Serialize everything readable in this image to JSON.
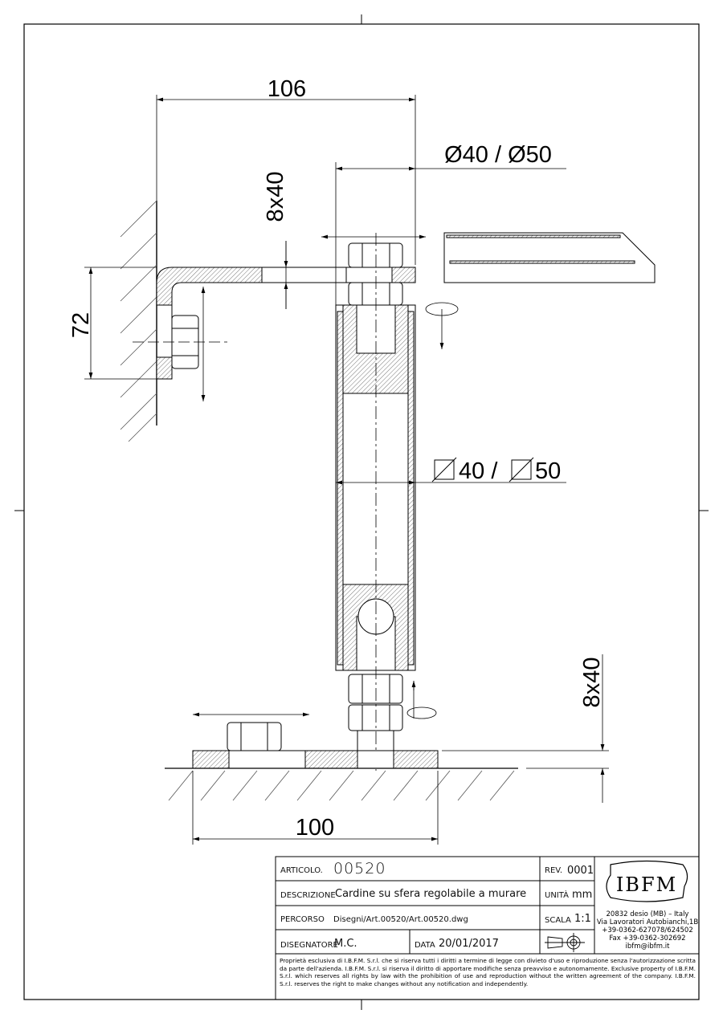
{
  "dimensions": {
    "width_106": "106",
    "diameter": "Ø40 / Ø50",
    "bolt_top": "8x40",
    "height_72": "72",
    "square_40": "40 /",
    "square_50": "50",
    "bolt_bottom": "8x40",
    "width_100": "100"
  },
  "title_block": {
    "articolo_label": "ARTICOLO.",
    "articolo": "00520",
    "rev_label": "REV.",
    "rev": "0001",
    "descrizione_label": "DESCRIZIONE",
    "descrizione": "Cardine su sfera regolabile a murare",
    "unita_label": "UNITÀ",
    "unita": "mm",
    "percorso_label": "PERCORSO",
    "percorso": "Disegni/Art.00520/Art.00520.dwg",
    "scala_label": "SCALA",
    "scala": "1:1",
    "disegnatore_label": "DISEGNATORE",
    "disegnatore": "M.C.",
    "data_label": "DATA",
    "data": "20/01/2017",
    "logo": "IBFM",
    "address": [
      "20832 desio (MB) – Italy",
      "Via Lavoratori Autobianchi,1B",
      "+39-0362-627078/624502",
      "Fax +39-0362-302692",
      "ibfm@ibfm.it"
    ],
    "legal": "Proprietà esclusiva di I.B.F.M. S.r.l. che si riserva tutti i diritti a termine di legge con divieto d'uso e riproduzione senza l'autorizzazione scritta da parte dell'azienda. I.B.F.M. S.r.l. si riserva il diritto di apportare modifiche senza preavviso e autonomamente. Exclusive property of I.B.F.M. S.r.l. which reserves all rights by law with the prohibition of use and reproduction without the written agreement of the company. I.B.F.M. S.r.l. reserves the right to make changes without any notification and independently."
  }
}
